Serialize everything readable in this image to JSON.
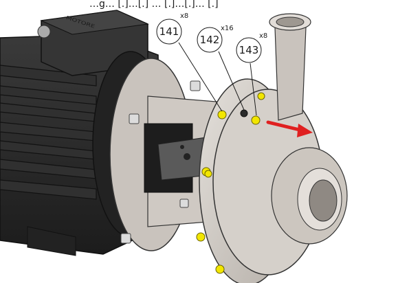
{
  "header": {
    "caption": "…g… [.]…[.]  …  [.]…[.]…  [.]"
  },
  "motor": {
    "nameplate_text": "MOTORE"
  },
  "callouts": [
    {
      "number": "141",
      "quantity": "x8"
    },
    {
      "number": "142",
      "quantity": "x16"
    },
    {
      "number": "143",
      "quantity": "x8"
    }
  ],
  "colors": {
    "motor_body": "#2b2b2b",
    "pump_casing": "#d2cdc8",
    "bolt_yellow": "#f2e600",
    "arrow_red": "#e02020"
  },
  "icons": {
    "direction_arrow": "arrow-right-icon"
  }
}
